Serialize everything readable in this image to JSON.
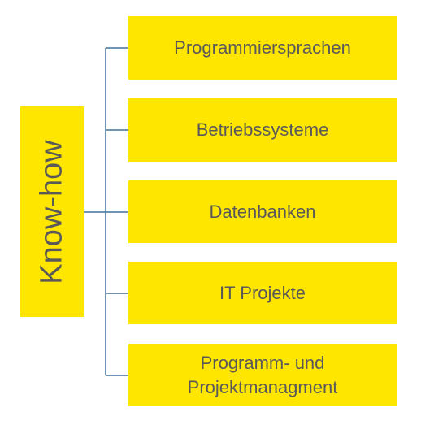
{
  "root": {
    "label": "Know-how"
  },
  "children": [
    {
      "label": "Programmiersprachen"
    },
    {
      "label": "Betriebssysteme"
    },
    {
      "label": "Datenbanken"
    },
    {
      "label": "IT Projekte"
    },
    {
      "label": "Programm- und Projektmanagment"
    }
  ],
  "colors": {
    "box_fill": "#ffe600",
    "text": "#595959",
    "connector": "#41719c"
  }
}
